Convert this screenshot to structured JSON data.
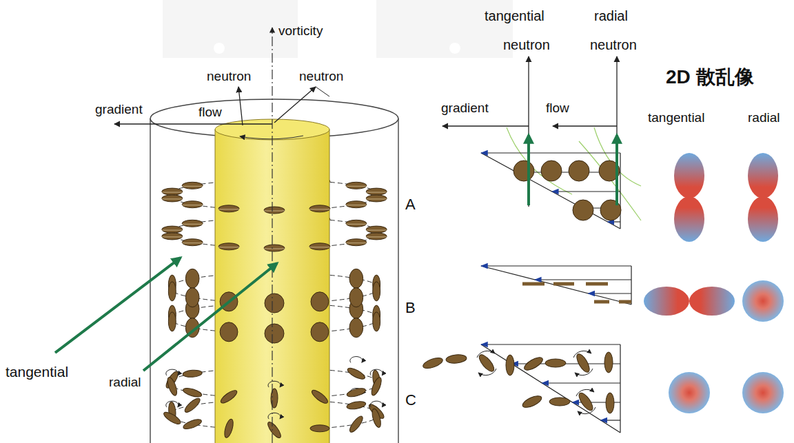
{
  "diagram": {
    "labels": [
      "vorticity",
      "neutron",
      "neutron",
      "gradient",
      "flow",
      "tangential",
      "radial",
      "A",
      "B",
      "C",
      "tangential",
      "radial",
      "neutron",
      "neutron",
      "gradient",
      "flow",
      "2D 散乱像",
      "tangential",
      "radial"
    ]
  }
}
